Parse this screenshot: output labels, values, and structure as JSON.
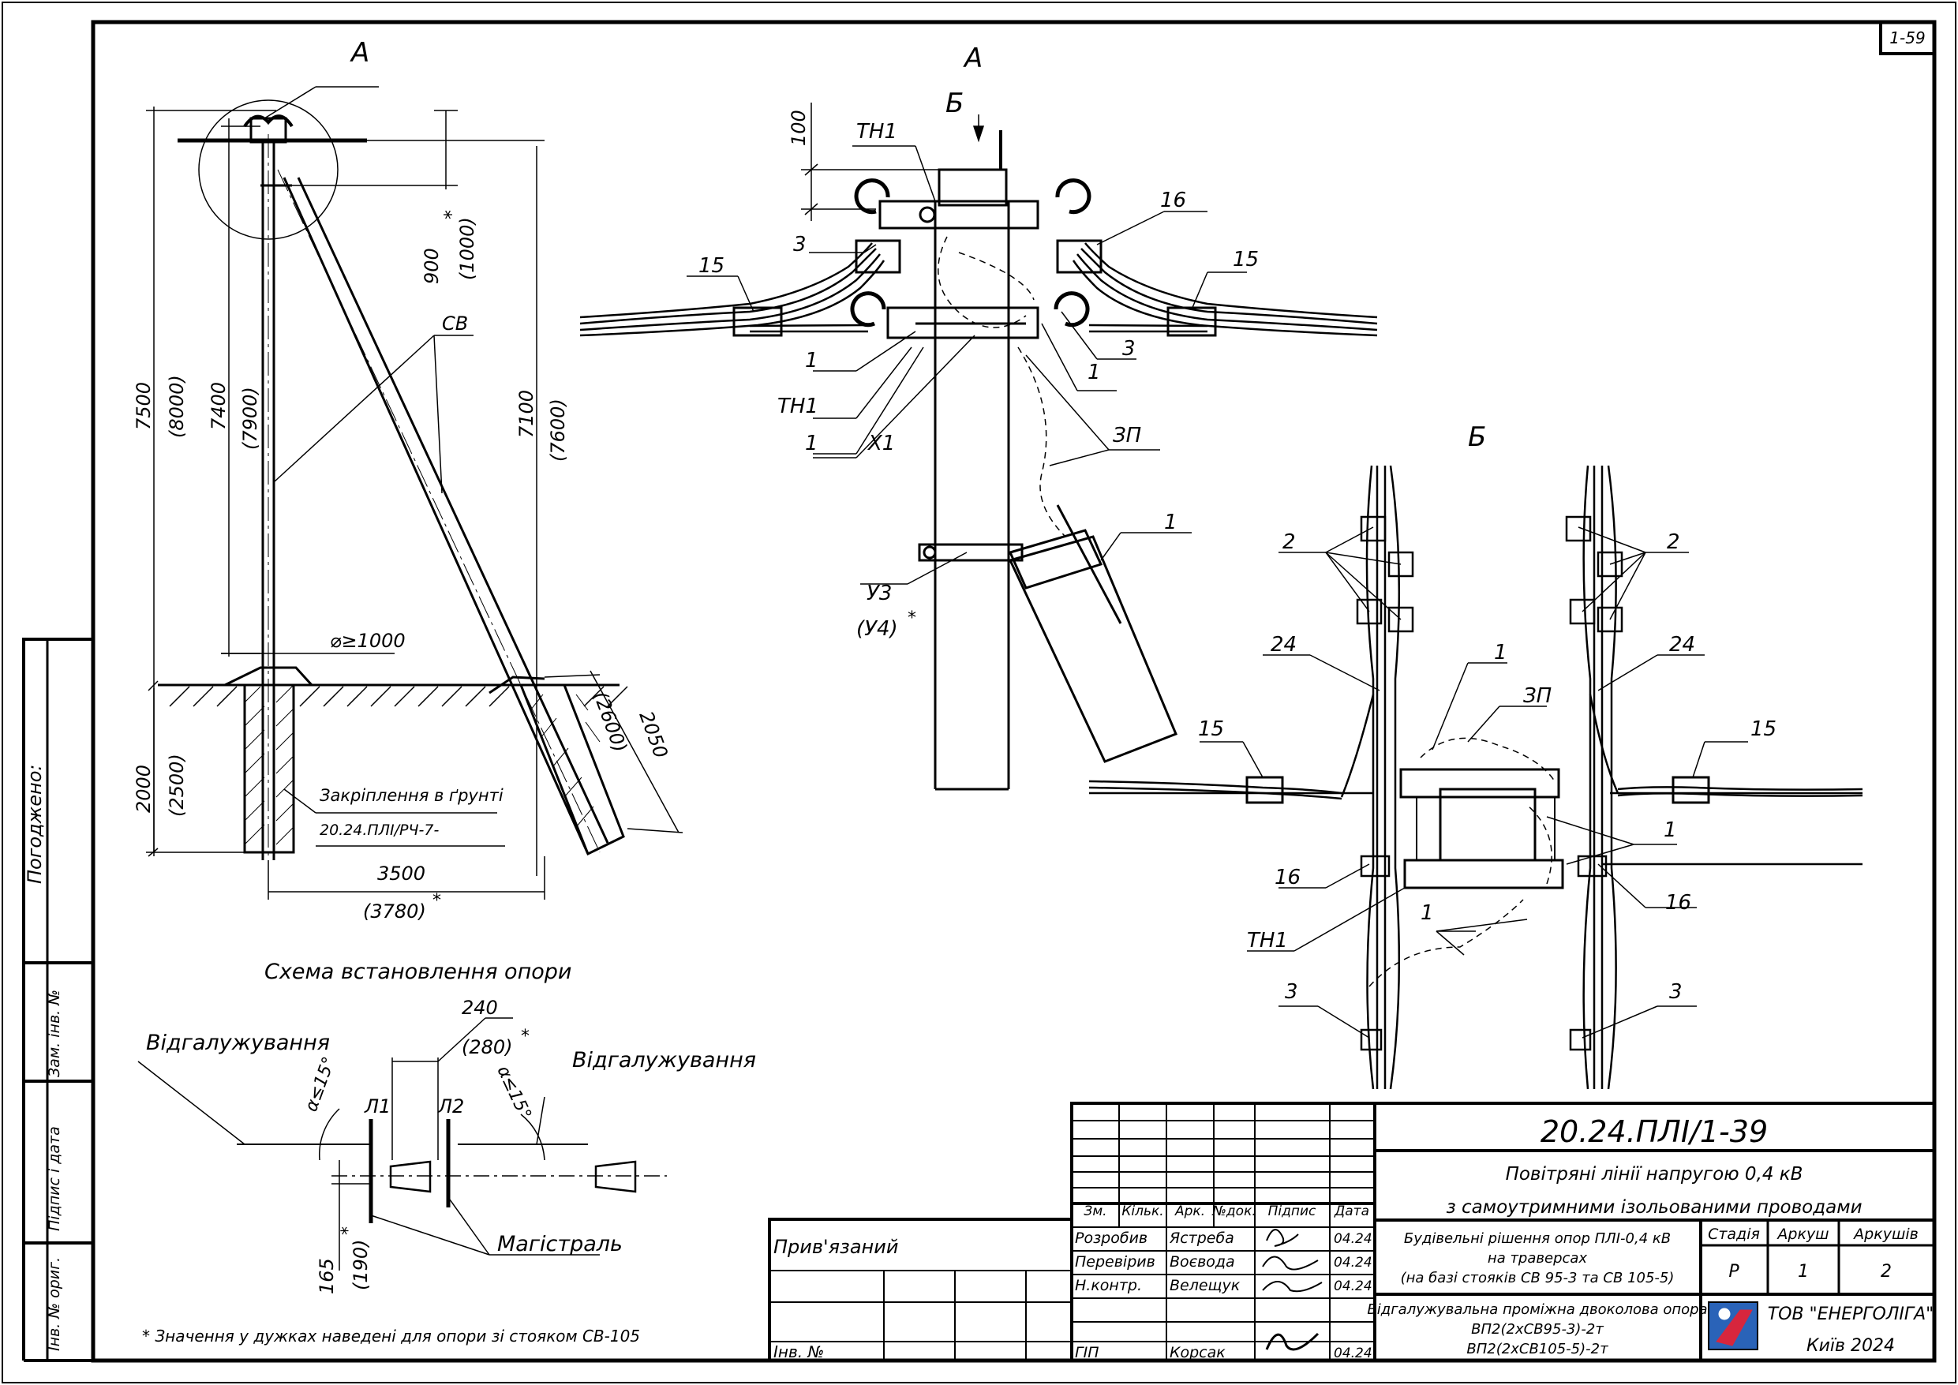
{
  "sheet": {
    "number": "1-59",
    "approval_label": "Погоджено:"
  },
  "side_stamp": [
    "Інв. № ориг.",
    "Підпис і дата",
    "Зам. інв. №"
  ],
  "installation": {
    "view_label": "А",
    "caption": "Схема встановлення опори",
    "labels": {
      "cv": "СВ",
      "d900": "900",
      "d1000": "(1000)",
      "d7500": "7500",
      "d8000": "(8000)",
      "d7400": "7400",
      "d7900": "(7900)",
      "d7100": "7100",
      "d7600": "(7600)",
      "dia": "⌀≥1000",
      "d2000": "2000",
      "d2500": "(2500)",
      "d2050": "2050",
      "d2600": "(2600)",
      "d3500": "3500",
      "d3780": "(3780)",
      "star": "*",
      "soil1": "Закріплення в ґрунті",
      "soil2": "20.24.ПЛІ/РЧ-7-"
    }
  },
  "branch": {
    "left": "Відгалужування",
    "right": "Відгалужування",
    "angle_l": "α≤15°",
    "angle_r": "α≤15°",
    "l1": "Л1",
    "l2": "Л2",
    "d240": "240",
    "d280": "(280)",
    "d165": "165",
    "d190": "(190)",
    "main": "Магістраль",
    "star": "*"
  },
  "footnote": "* Значення у дужках наведені для опори зі стояком СВ-105",
  "detail_a": {
    "title": "А",
    "arrow_b": "Б",
    "d100": "100",
    "tn1": "ТН1",
    "l3": "3",
    "l15": "15",
    "l16": "16",
    "l1": "1",
    "x1": "Х1",
    "zp": "ЗП",
    "u3": "У3",
    "u4": "(У4)",
    "star": "*"
  },
  "detail_b": {
    "title": "Б",
    "l2": "2",
    "l24": "24",
    "l1": "1",
    "zp": "ЗП",
    "l15": "15",
    "l16": "16",
    "tn1": "ТН1",
    "l3": "3"
  },
  "title_block": {
    "code": "20.24.ПЛІ/1-39",
    "title_line1": "Повітряні лінії напругою 0,4 кВ",
    "title_line2": "з самоутримними ізольованими проводами",
    "headers": [
      "Зм.",
      "Кільк.",
      "Арк.",
      "№док.",
      "Підпис",
      "Дата"
    ],
    "rows": [
      {
        "role": "Розробив",
        "name": "Ястреба",
        "date": "04.24"
      },
      {
        "role": "Перевірив",
        "name": "Воєвода",
        "date": "04.24"
      },
      {
        "role": "Н.контр.",
        "name": "Велещук",
        "date": "04.24"
      },
      {
        "role": "ГІП",
        "name": "Корсак",
        "date": "04.24"
      }
    ],
    "bound": "Прив'язаний",
    "inv": "Інв. №",
    "desc1_l1": "Будівельні рішення опор ПЛІ-0,4 кВ",
    "desc1_l2": "на траверсах",
    "desc1_l3": "(на базі стояків СВ 95-3 та СВ 105-5)",
    "desc2_l1": "Відгалужувальна проміжна двоколова опора",
    "desc2_l2": "ВП2(2хСВ95-3)-2т",
    "desc2_l3": "ВП2(2хСВ105-5)-2т",
    "stage_h": "Стадія",
    "sheet_h": "Аркуш",
    "sheets_h": "Аркушів",
    "stage": "Р",
    "sheet": "1",
    "sheets": "2",
    "company": "ТОВ \"ЕНЕРГОЛІГА\"",
    "city": "Київ 2024"
  }
}
